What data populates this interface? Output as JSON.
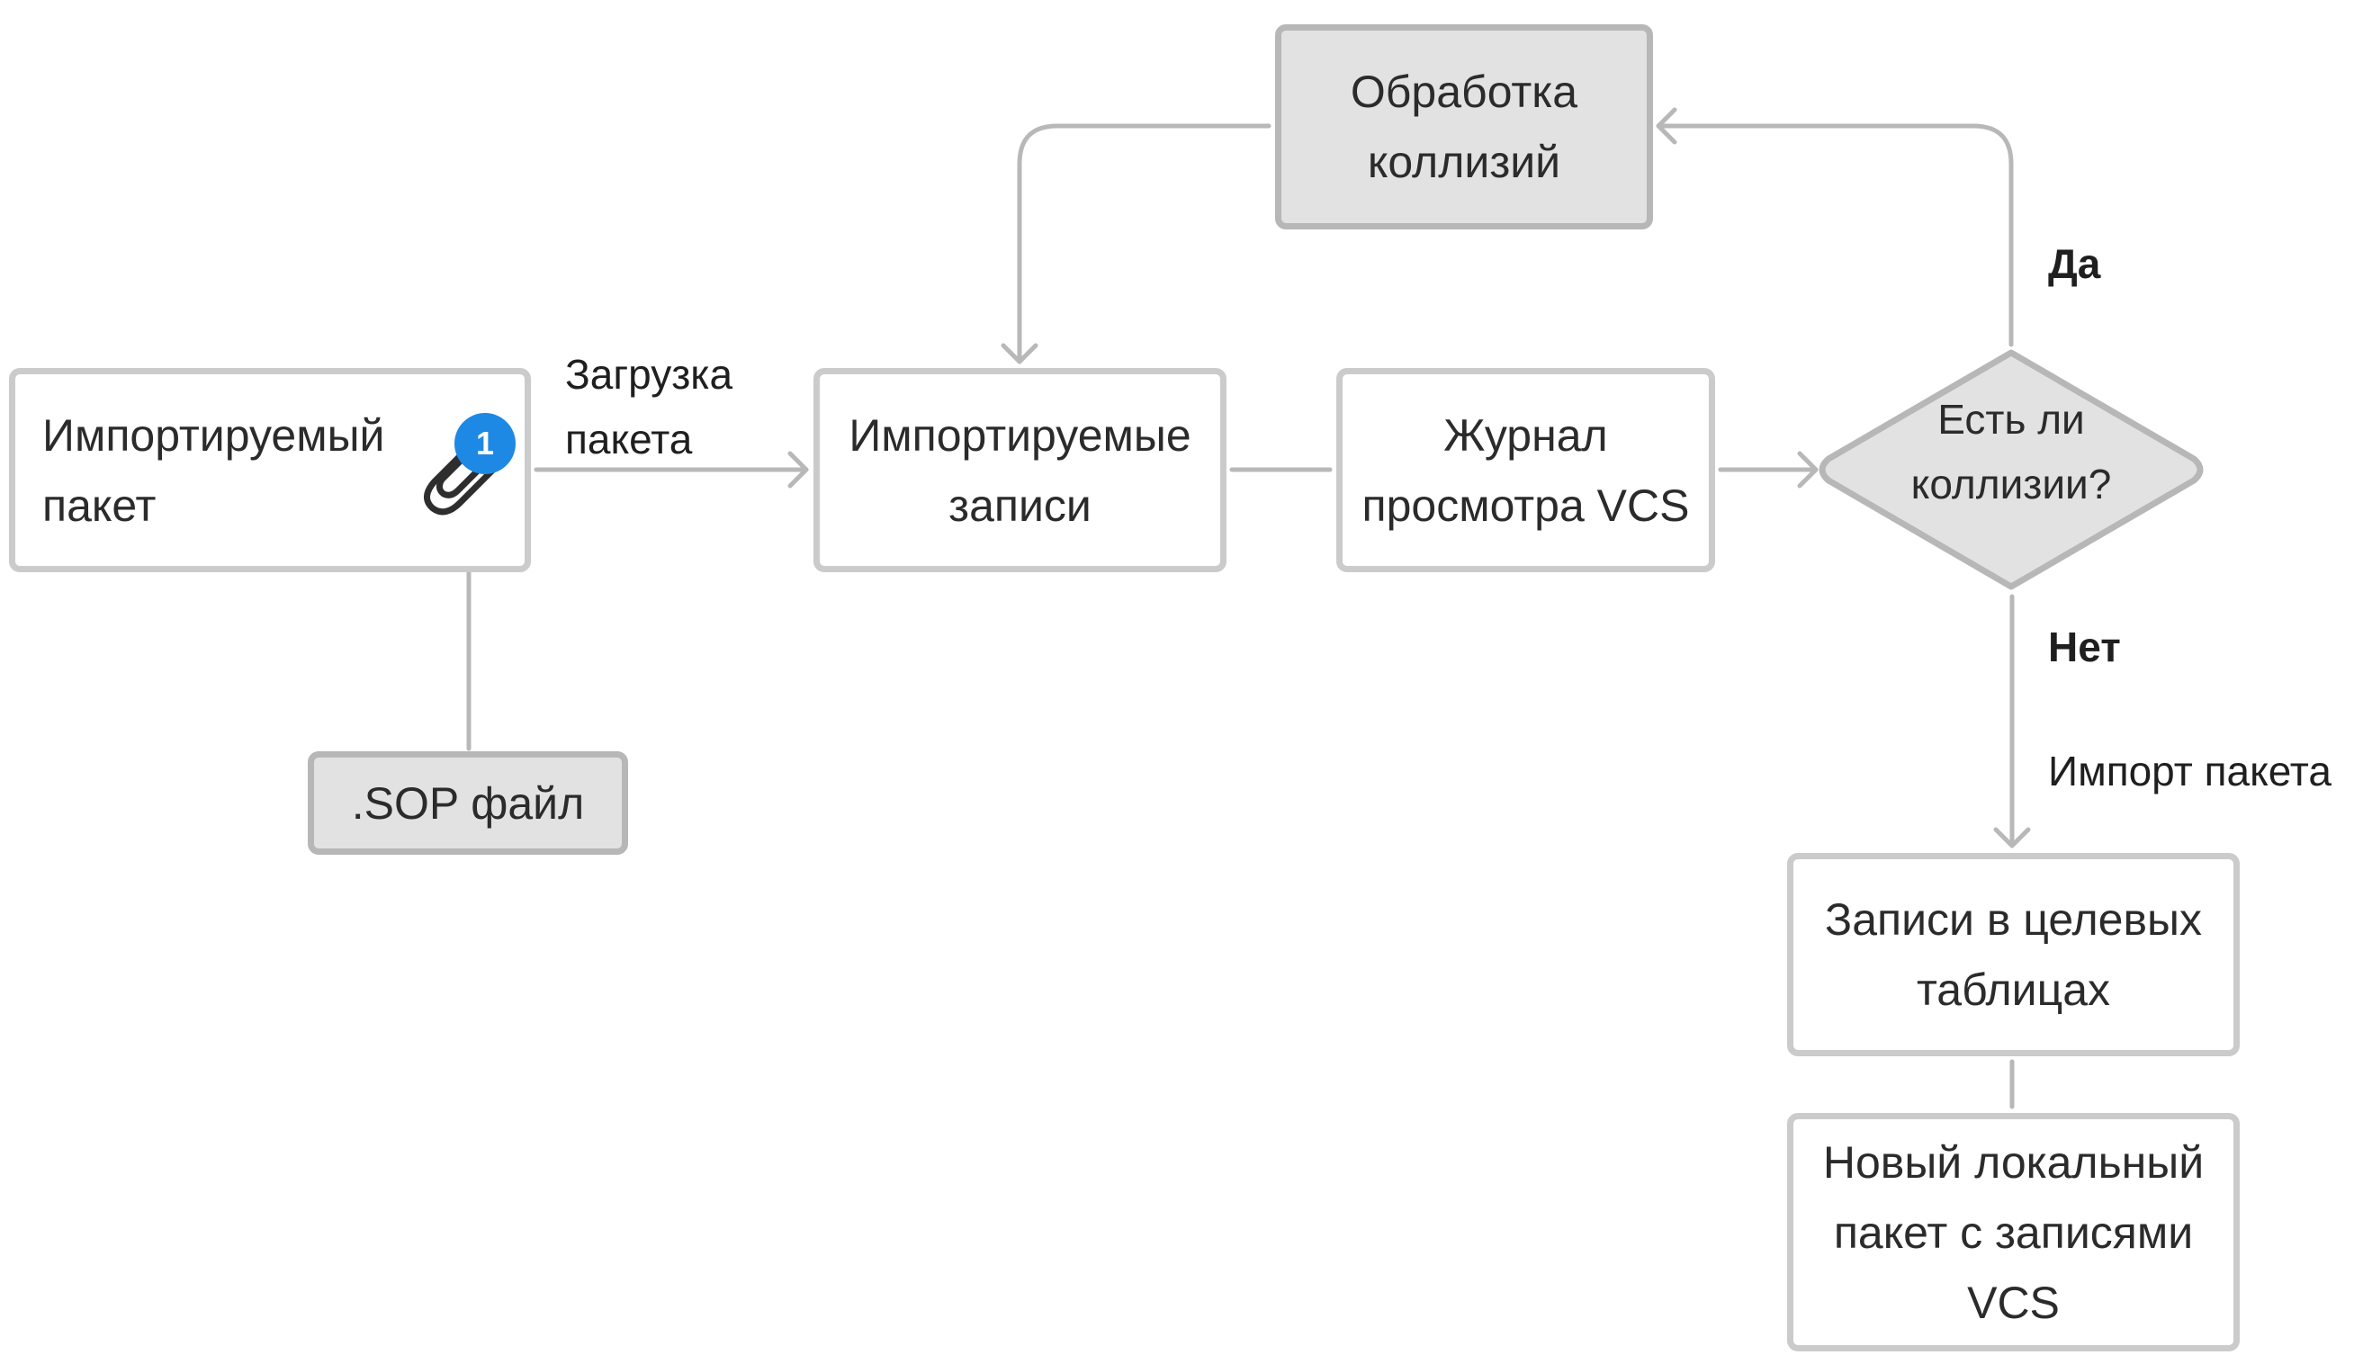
{
  "diagram": {
    "type": "flowchart",
    "colors": {
      "edge": "#b8b8b8",
      "node_border": "#cbcbcb",
      "gray_fill": "#e2e2e2",
      "badge": "#1e88e5"
    },
    "nodes": {
      "imported_package": {
        "lines": [
          "Импортируемый",
          "пакет"
        ],
        "badge_count": "1",
        "icon": "paperclip-icon"
      },
      "sop_file": {
        "lines": [
          ".SOP файл"
        ]
      },
      "imported_records": {
        "lines": [
          "Импортируемые",
          "записи"
        ]
      },
      "vcs_log": {
        "lines": [
          "Журнал",
          "просмотра VCS"
        ]
      },
      "decision": {
        "lines": [
          "Есть ли",
          "коллизии?"
        ]
      },
      "collision_handling": {
        "lines": [
          "Обработка",
          "коллизий"
        ]
      },
      "target_records": {
        "lines": [
          "Записи в целевых",
          "таблицах"
        ]
      },
      "new_local_package": {
        "lines": [
          "Новый локальный",
          "пакет с записями",
          "VCS"
        ]
      }
    },
    "edge_labels": {
      "load_package": [
        "Загрузка",
        "пакета"
      ],
      "yes": "Да",
      "no": "Нет",
      "import_package": "Импорт пакета"
    },
    "edges": [
      {
        "from": "sop_file",
        "to": "imported_package",
        "arrow": true
      },
      {
        "from": "imported_package",
        "to": "imported_records",
        "label": "load_package",
        "arrow": true
      },
      {
        "from": "imported_records",
        "to": "vcs_log",
        "arrow": false
      },
      {
        "from": "vcs_log",
        "to": "decision",
        "arrow": true
      },
      {
        "from": "decision",
        "to": "collision_handling",
        "label": "yes",
        "arrow": true
      },
      {
        "from": "collision_handling",
        "to": "imported_records",
        "arrow": true
      },
      {
        "from": "decision",
        "to": "target_records",
        "label": "no / import_package",
        "arrow": true
      },
      {
        "from": "target_records",
        "to": "new_local_package",
        "arrow": false
      }
    ]
  }
}
